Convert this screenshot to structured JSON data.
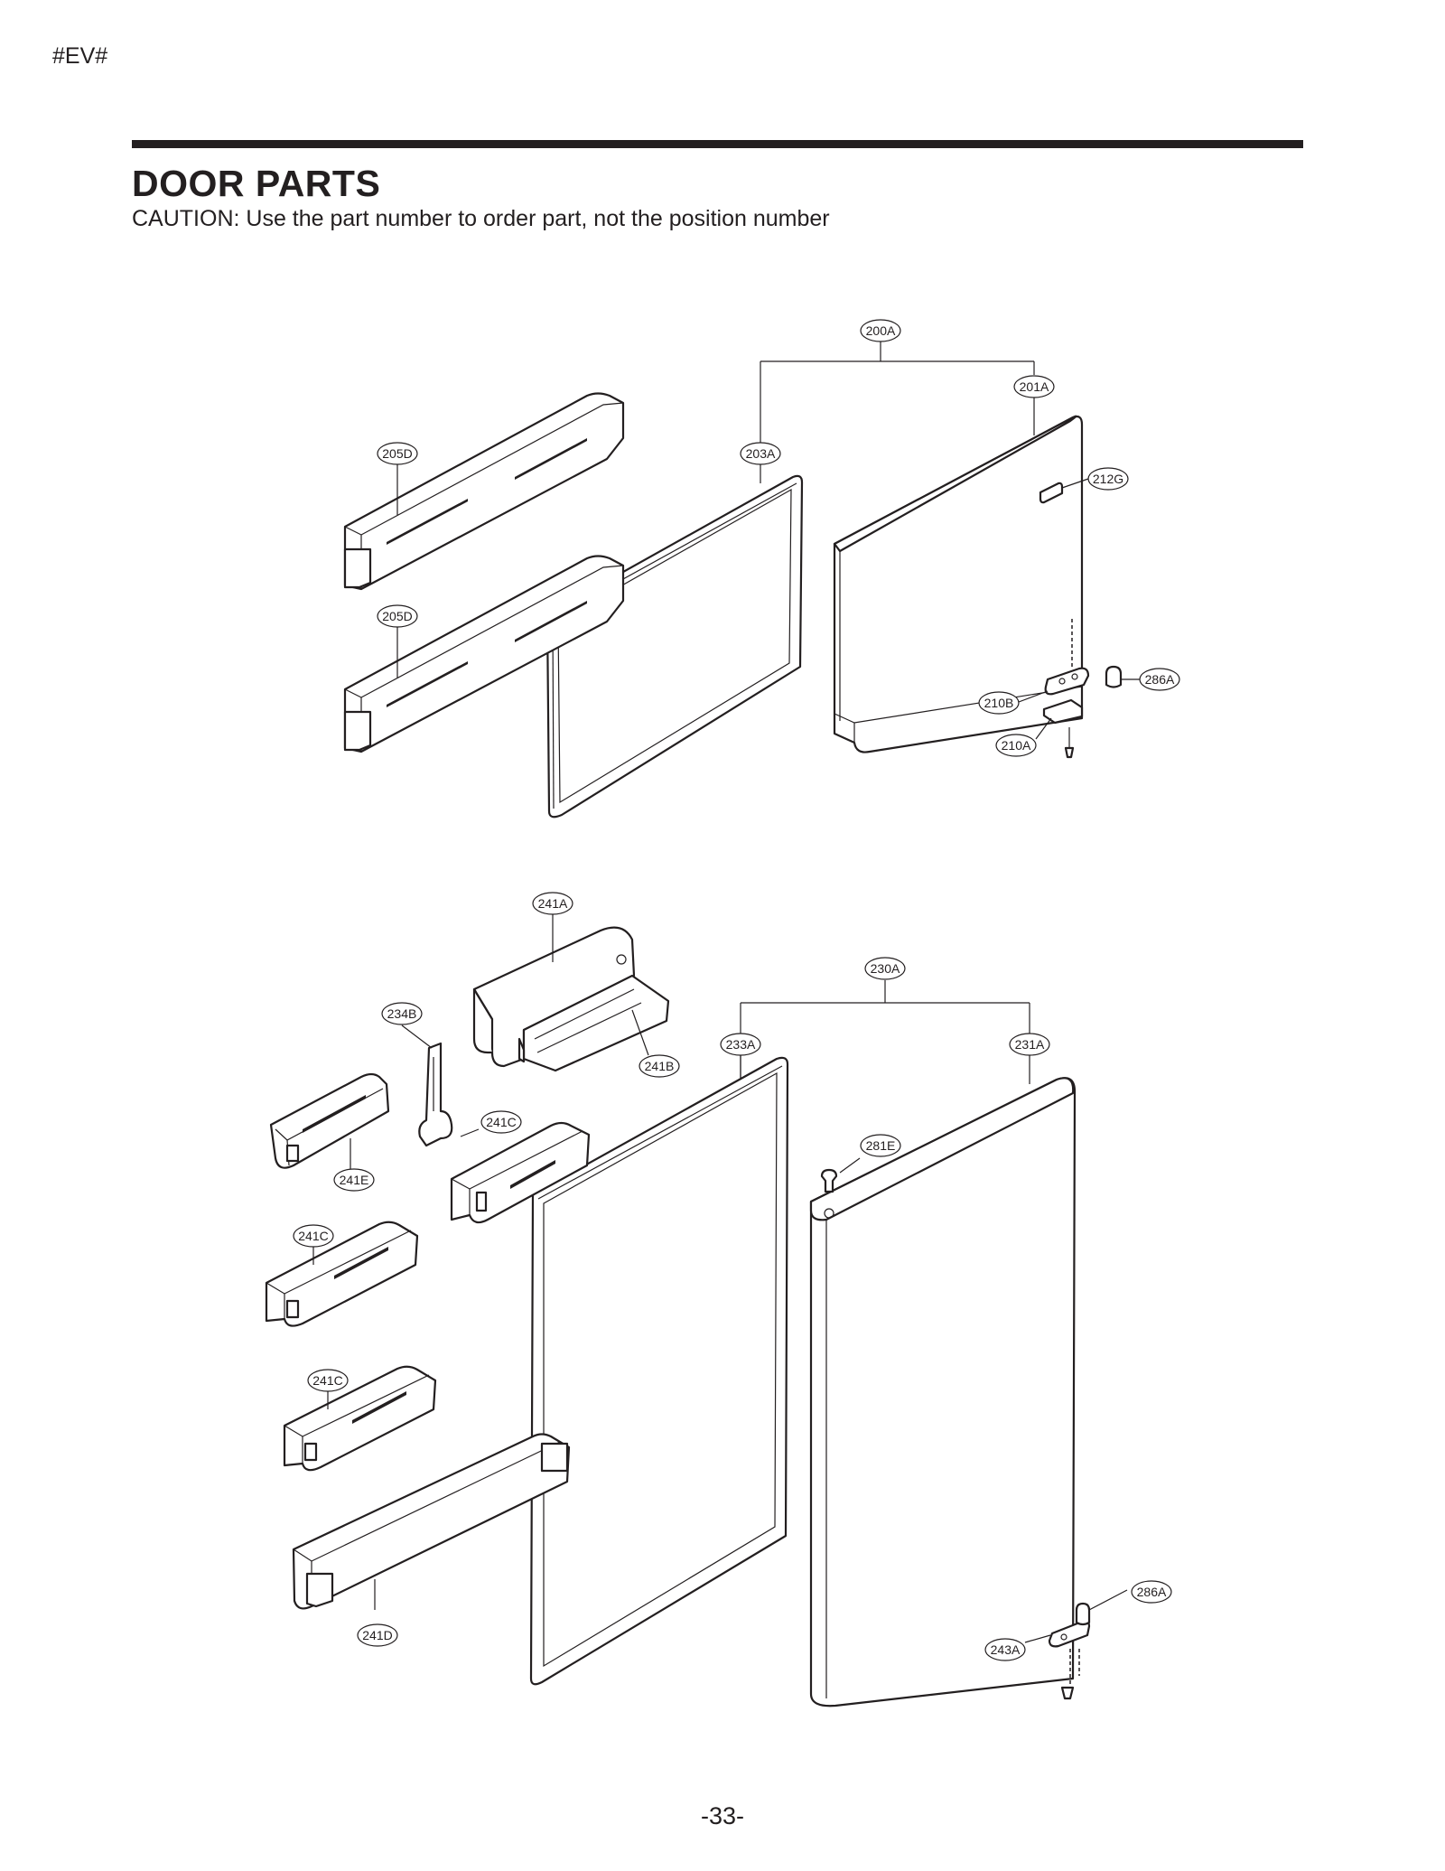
{
  "header": {
    "code": "#EV#",
    "title": "DOOR PARTS",
    "caution": "CAUTION: Use the part number to order part, not the position number"
  },
  "labels": {
    "l200A": "200A",
    "l201A": "201A",
    "l203A": "203A",
    "l205D_top": "205D",
    "l205D_bottom": "205D",
    "l212G": "212G",
    "l286A_top": "286A",
    "l210B": "210B",
    "l210A": "210A",
    "l241A": "241A",
    "l230A": "230A",
    "l234B": "234B",
    "l241B": "241B",
    "l233A": "233A",
    "l231A": "231A",
    "l241C_a": "241C",
    "l241E": "241E",
    "l281E": "281E",
    "l241C_b": "241C",
    "l241C_c": "241C",
    "l241D": "241D",
    "l286A_bottom": "286A",
    "l243A": "243A"
  },
  "footer": {
    "page_number": "-33-"
  }
}
